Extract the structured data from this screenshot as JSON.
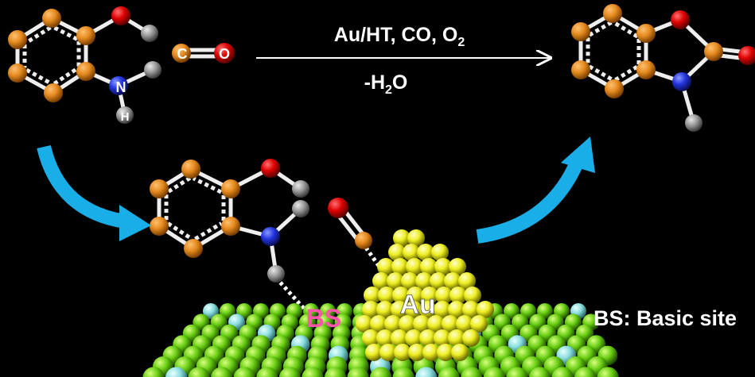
{
  "reaction": {
    "conditions_label": "Au/HT, CO, O",
    "conditions_subscript": "2",
    "byproduct_prefix": "-H",
    "byproduct_subscript": "2",
    "byproduct_suffix": "O"
  },
  "atom_labels": {
    "nitrogen": "N",
    "hydrogen": "H",
    "carbon": "C",
    "oxygen": "O"
  },
  "surface": {
    "basic_site_label": "BS",
    "gold_label": "Au"
  },
  "legend": {
    "text": "BS: Basic site"
  },
  "colors": {
    "carbon": "#e58a1f",
    "oxygen": "#e00000",
    "nitrogen": "#2233dd",
    "hydrogen": "#9a9a9a",
    "support": "#66cc11",
    "basic_site": "#88dddd",
    "gold": "#eeee22",
    "arrow": "#1aaee8",
    "bs_label": "#ff55aa"
  }
}
